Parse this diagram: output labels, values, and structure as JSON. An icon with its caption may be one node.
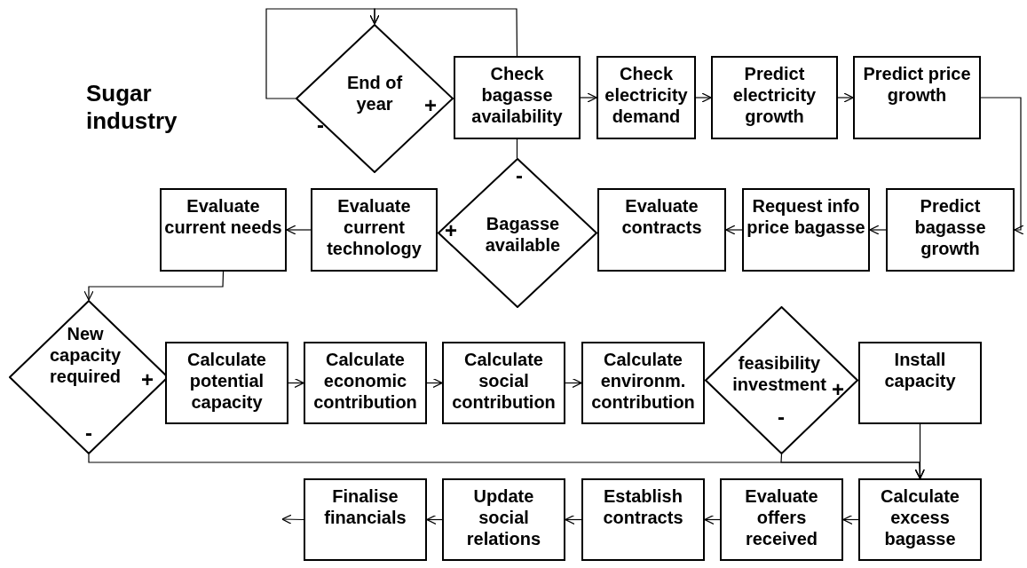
{
  "diagram": {
    "title": "Sugar industry",
    "nodes": [
      {
        "text": [
          "End of year",
          "-",
          "+"
        ]
      },
      {
        "text": [
          "Check bagasse availability"
        ]
      },
      {
        "text": [
          "Check electricity demand"
        ]
      },
      {
        "text": [
          "Predict electricity growth"
        ]
      },
      {
        "text": [
          "Predict price growth"
        ]
      },
      {
        "text": [
          "Evaluate current needs"
        ]
      },
      {
        "text": [
          "Evaluate current technology"
        ]
      },
      {
        "text": [
          "-",
          "+",
          "Bagasse available"
        ]
      },
      {
        "text": [
          "Evaluate contracts"
        ]
      },
      {
        "text": [
          "Request info price bagasse"
        ]
      },
      {
        "text": [
          "Predict bagasse growth"
        ]
      },
      {
        "text": [
          "New capacity required",
          "+",
          "-"
        ]
      },
      {
        "text": [
          "Calculate potential capacity"
        ]
      },
      {
        "text": [
          "Calculate economic contribution"
        ]
      },
      {
        "text": [
          "Calculate social contribution"
        ]
      },
      {
        "text": [
          "Calculate environm. contribution"
        ]
      },
      {
        "text": [
          "feasibility investment",
          "+",
          "-"
        ]
      },
      {
        "text": [
          "Install capacity"
        ]
      },
      {
        "text": [
          "Finalise financials"
        ]
      },
      {
        "text": [
          "Update social relations"
        ]
      },
      {
        "text": [
          "Establish contracts"
        ]
      },
      {
        "text": [
          "Evaluate offers received"
        ]
      },
      {
        "text": [
          "Calculate excess bagasse"
        ]
      }
    ],
    "edges": [
      {
        "from": 0,
        "to": 0,
        "arrow": "to"
      },
      {
        "from": 1,
        "to": 0,
        "arrow": "to"
      },
      {
        "from": 1,
        "to": 2,
        "arrow": "to"
      },
      {
        "from": 2,
        "to": 3,
        "arrow": "to"
      },
      {
        "from": 3,
        "to": 4,
        "arrow": "to"
      },
      {
        "from": 4,
        "to": 10,
        "arrow": "to"
      },
      {
        "from": 10,
        "to": 9,
        "arrow": "to"
      },
      {
        "from": 9,
        "to": 8,
        "arrow": "to"
      },
      {
        "from": 1,
        "to": 7,
        "arrow": "none"
      },
      {
        "from": 6,
        "to": 5,
        "arrow": "to"
      },
      {
        "from": 5,
        "to": 11,
        "arrow": "to"
      },
      {
        "from": 12,
        "to": 13,
        "arrow": "to"
      },
      {
        "from": 13,
        "to": 14,
        "arrow": "to"
      },
      {
        "from": 14,
        "to": 15,
        "arrow": "to"
      },
      {
        "from": 17,
        "to": 22,
        "arrow": "to"
      },
      {
        "from": 11,
        "to": 22,
        "arrow": "to"
      },
      {
        "from": 16,
        "to": 22,
        "arrow": "to"
      },
      {
        "from": 22,
        "to": 21,
        "arrow": "to"
      },
      {
        "from": 21,
        "to": 20,
        "arrow": "to"
      },
      {
        "from": 20,
        "to": 19,
        "arrow": "to"
      },
      {
        "from": 19,
        "to": 18,
        "arrow": "to"
      },
      {
        "from": 18,
        "to": null,
        "arrow": "to"
      }
    ]
  }
}
